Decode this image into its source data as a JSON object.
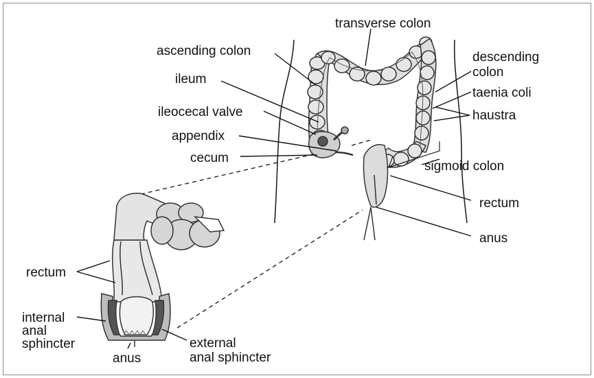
{
  "labels": {
    "transverse_colon": "transverse colon",
    "ascending_colon": "ascending colon",
    "descending_colon_1": "descending",
    "descending_colon_2": "colon",
    "ileum": "ileum",
    "taenia_coli": "taenia coli",
    "ileocecal_valve": "ileocecal valve",
    "haustra": "haustra",
    "appendix": "appendix",
    "cecum": "cecum",
    "sigmoid_colon": "sigmoid colon",
    "rectum_main": "rectum",
    "anus_main": "anus",
    "rectum_inset": "rectum",
    "internal_1": "internal",
    "internal_2": "anal",
    "internal_3": "sphincter",
    "anus_inset": "anus",
    "external_1": "external",
    "external_2": "anal sphincter"
  }
}
